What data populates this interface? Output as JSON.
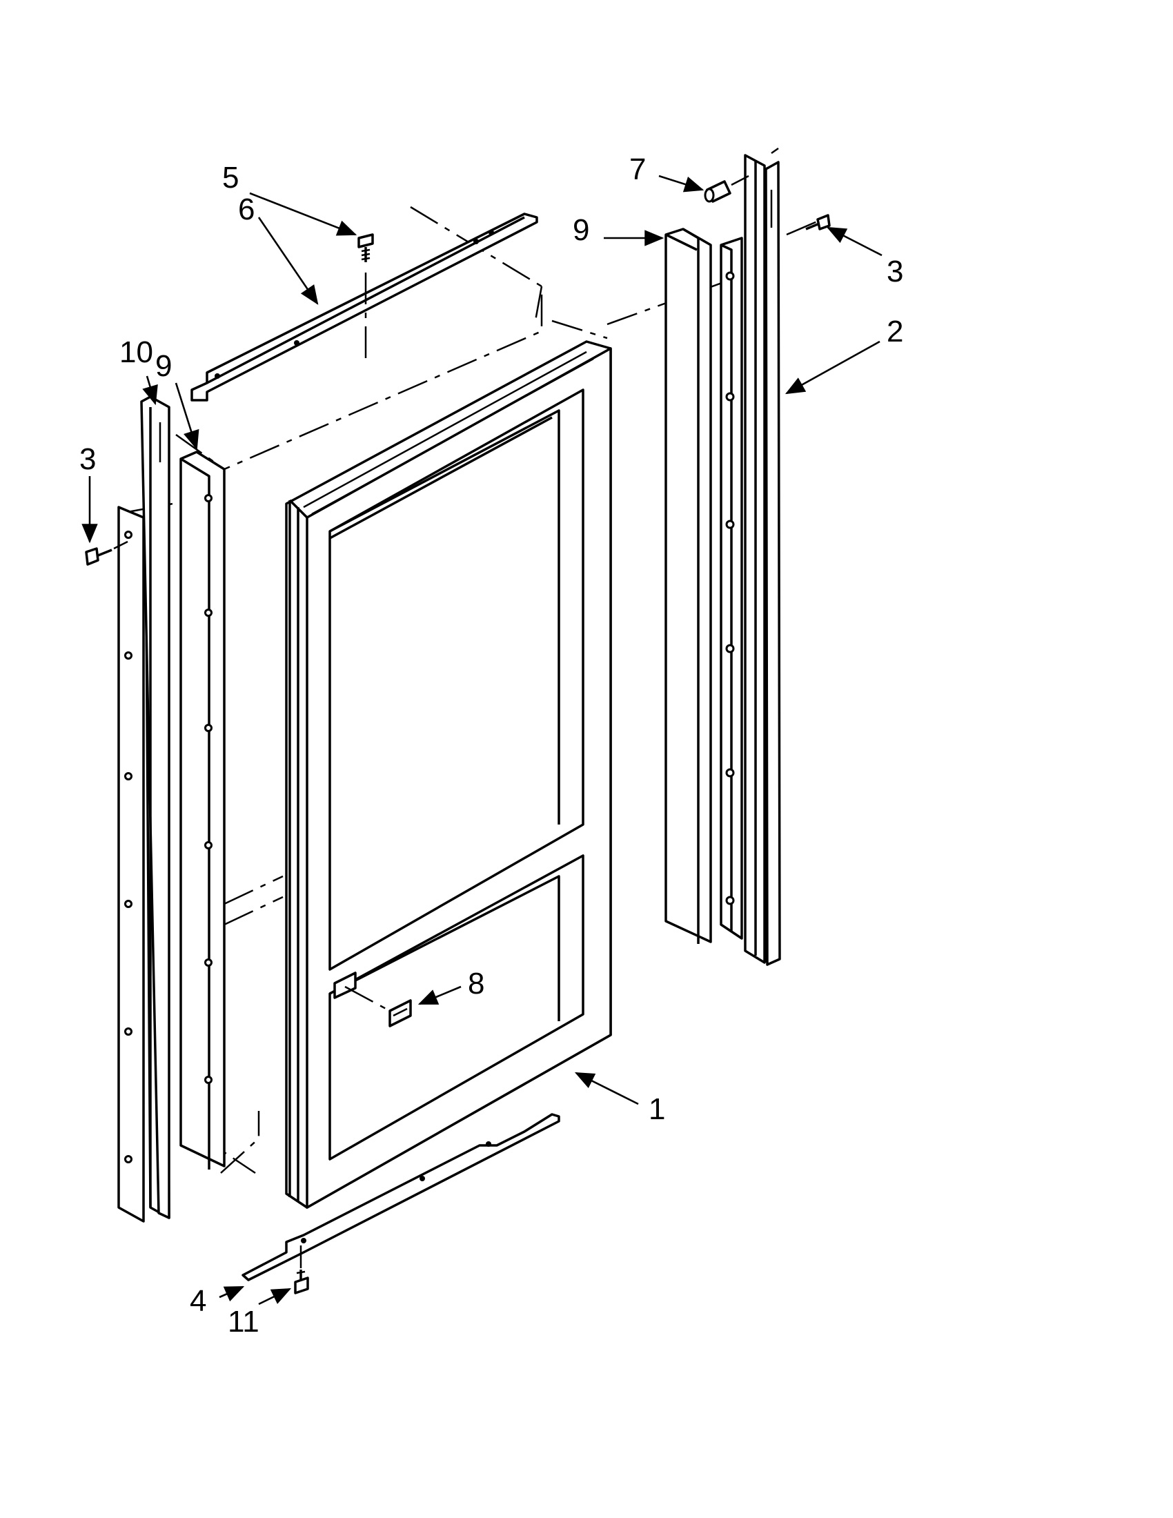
{
  "callouts": [
    {
      "id": "c1",
      "text": "1"
    },
    {
      "id": "c2",
      "text": "2"
    },
    {
      "id": "c3a",
      "text": "3"
    },
    {
      "id": "c3b",
      "text": "3"
    },
    {
      "id": "c4",
      "text": "4"
    },
    {
      "id": "c5",
      "text": "5"
    },
    {
      "id": "c6",
      "text": "6"
    },
    {
      "id": "c7",
      "text": "7"
    },
    {
      "id": "c8",
      "text": "8"
    },
    {
      "id": "c9a",
      "text": "9"
    },
    {
      "id": "c9b",
      "text": "9"
    },
    {
      "id": "c10",
      "text": "10"
    },
    {
      "id": "c11",
      "text": "11"
    }
  ]
}
